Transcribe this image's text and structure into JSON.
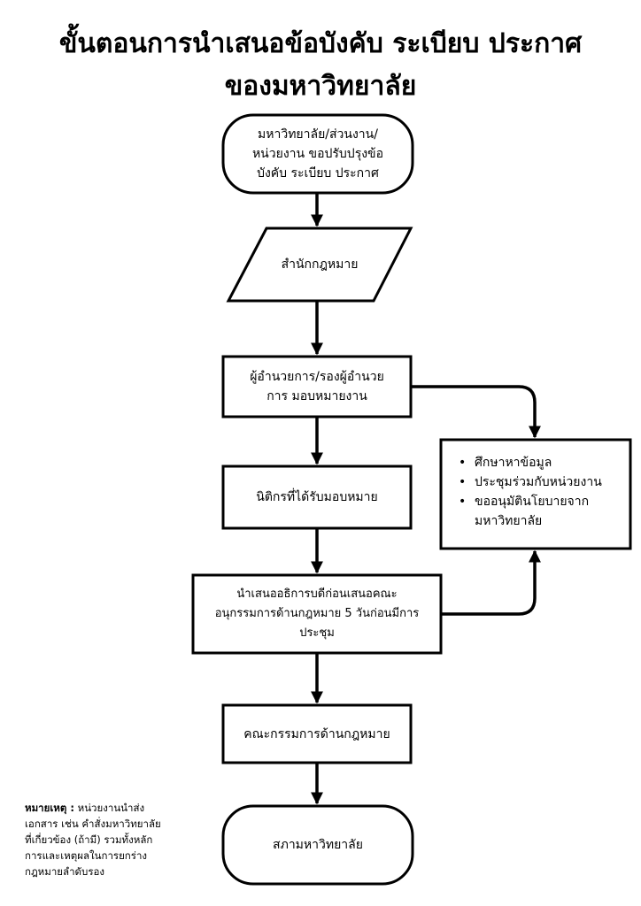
{
  "title_line1": "ขั้นตอนการนำเสนอข้อบังคับ ระเบียบ ประกาศ",
  "title_line2": "ของมหาวิทยาลัย",
  "nodes": {
    "start": {
      "lines": [
        "มหาวิทยาลัย/ส่วนงาน/",
        "หน่วยงาน ขอปรับปรุงข้อ",
        "บังคับ ระเบียบ ประกาศ"
      ]
    },
    "legal_office": {
      "lines": [
        "สำนักกฎหมาย"
      ]
    },
    "director": {
      "lines": [
        "ผู้อำนวยการ/รองผู้อำนวย",
        "การ มอบหมายงาน"
      ]
    },
    "legal_officer": {
      "lines": [
        "นิติกรที่ได้รับมอบหมาย"
      ]
    },
    "propose": {
      "lines": [
        "นำเสนออธิการบดีก่อนเสนอคณะ",
        "อนุกรรมการด้านกฎหมาย 5 วันก่อนมีการ",
        "ประชุม"
      ]
    },
    "committee": {
      "lines": [
        "คณะกรรมการด้านกฎหมาย"
      ]
    },
    "end": {
      "lines": [
        "สภามหาวิทยาลัย"
      ]
    }
  },
  "side_tasks": [
    "ศึกษาหาข้อมูล",
    "ประชุมร่วมกับหน่วยงาน",
    "ขออนุมัตินโยบายจาก",
    "มหาวิทยาลัย"
  ],
  "note": {
    "label": "หมายเหตุ :",
    "lines": [
      "หน่วยงานนำส่ง",
      "เอกสาร เช่น คำสั่งมหาวิทยาลัย",
      "ที่เกี่ยวข้อง (ถ้ามี) รวมทั้งหลัก",
      "การและเหตุผลในการยกร่าง",
      "กฎหมายลำดับรอง"
    ]
  }
}
